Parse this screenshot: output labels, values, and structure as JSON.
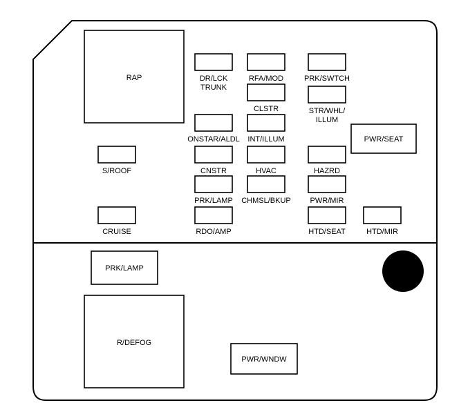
{
  "upper_panel": {
    "relays": {
      "rap": "RAP",
      "pwr_seat": "PWR/SEAT"
    },
    "fuses": {
      "s_roof": "S/ROOF",
      "cruise": "CRUISE",
      "dr_lck_line1": "DR/LCK",
      "dr_lck_line2": "TRUNK",
      "onstar_aldl": "ONSTAR/ALDL",
      "cnstr": "CNSTR",
      "prk_lamp": "PRK/LAMP",
      "rdo_amp": "RDO/AMP",
      "rfa_mod": "RFA/MOD",
      "clstr": "CLSTR",
      "int_illum": "INT/ILLUM",
      "hvac": "HVAC",
      "chmsl_bkup": "CHMSL/BKUP",
      "prk_swtch": "PRK/SWTCH",
      "str_whl_line1": "STR/WHL/",
      "str_whl_line2": "ILLUM",
      "hazrd": "HAZRD",
      "pwr_mir": "PWR/MIR",
      "htd_seat": "HTD/SEAT",
      "htd_mir": "HTD/MIR"
    }
  },
  "lower_panel": {
    "relays": {
      "prk_lamp": "PRK/LAMP",
      "r_defog": "R/DEFOG",
      "pwr_wndw": "PWR/WNDW"
    }
  }
}
